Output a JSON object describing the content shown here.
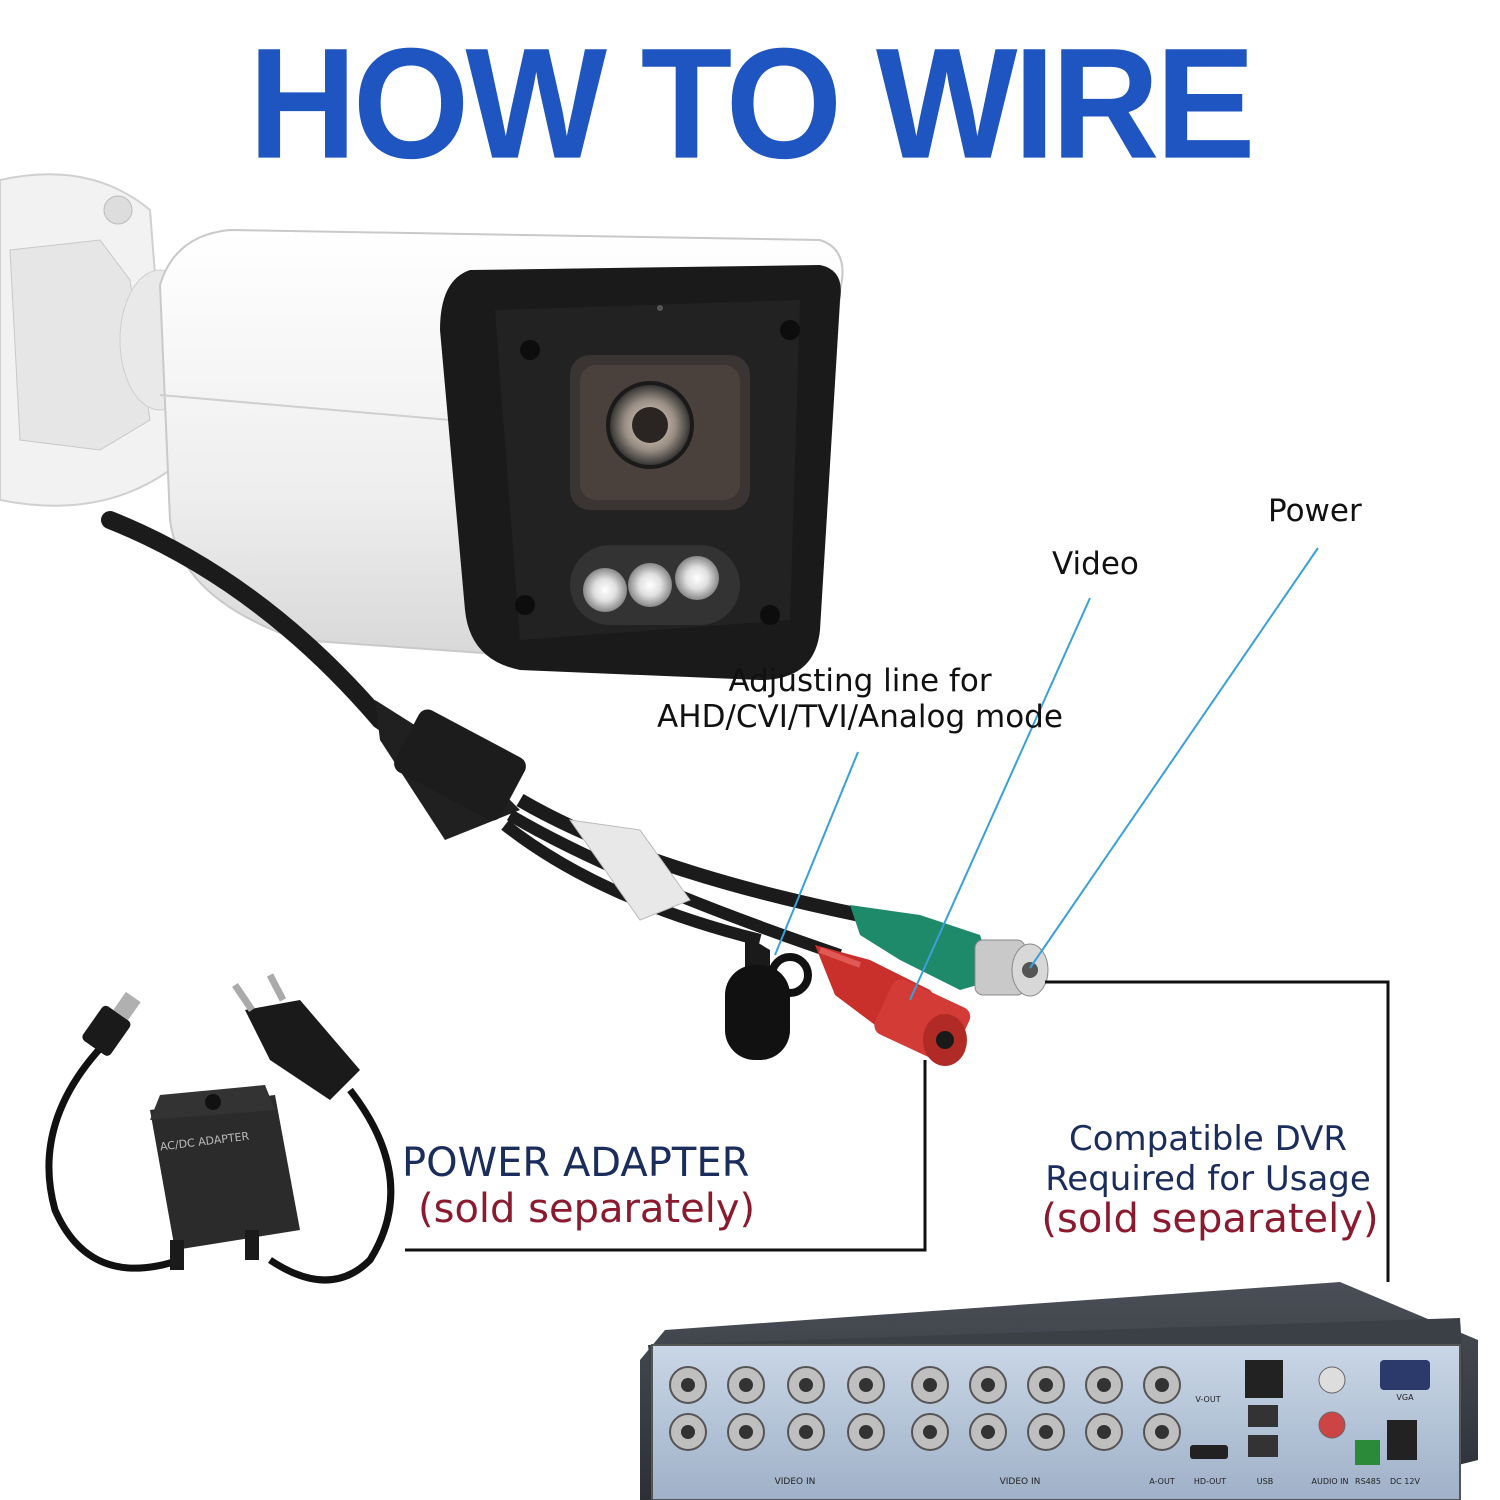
{
  "title": "HOW TO WIRE",
  "labels": {
    "power": "Power",
    "video": "Video",
    "adjust_line1": "Adjusting line for",
    "adjust_line2": "AHD/CVI/TVI/Analog mode"
  },
  "power_adapter": {
    "title": "POWER ADAPTER",
    "note": "(sold separately)",
    "box_text": "AC/DC ADAPTER"
  },
  "dvr": {
    "title_line1": "Compatible DVR",
    "title_line2": "Required for Usage",
    "note": "(sold separately)",
    "ports": {
      "video_in": "VIDEO IN",
      "v_out": "V-OUT",
      "a_out": "A-OUT",
      "hd_out": "HD-OUT",
      "usb": "USB",
      "audio_in": "AUDIO IN",
      "rs485": "RS485",
      "dc12v": "DC 12V",
      "vga": "VGA"
    }
  },
  "colors": {
    "title": "#1f55c0",
    "navy_text": "#1b2d5c",
    "red_text": "#8b1a2e",
    "pointer_line": "#3aa0d8"
  }
}
